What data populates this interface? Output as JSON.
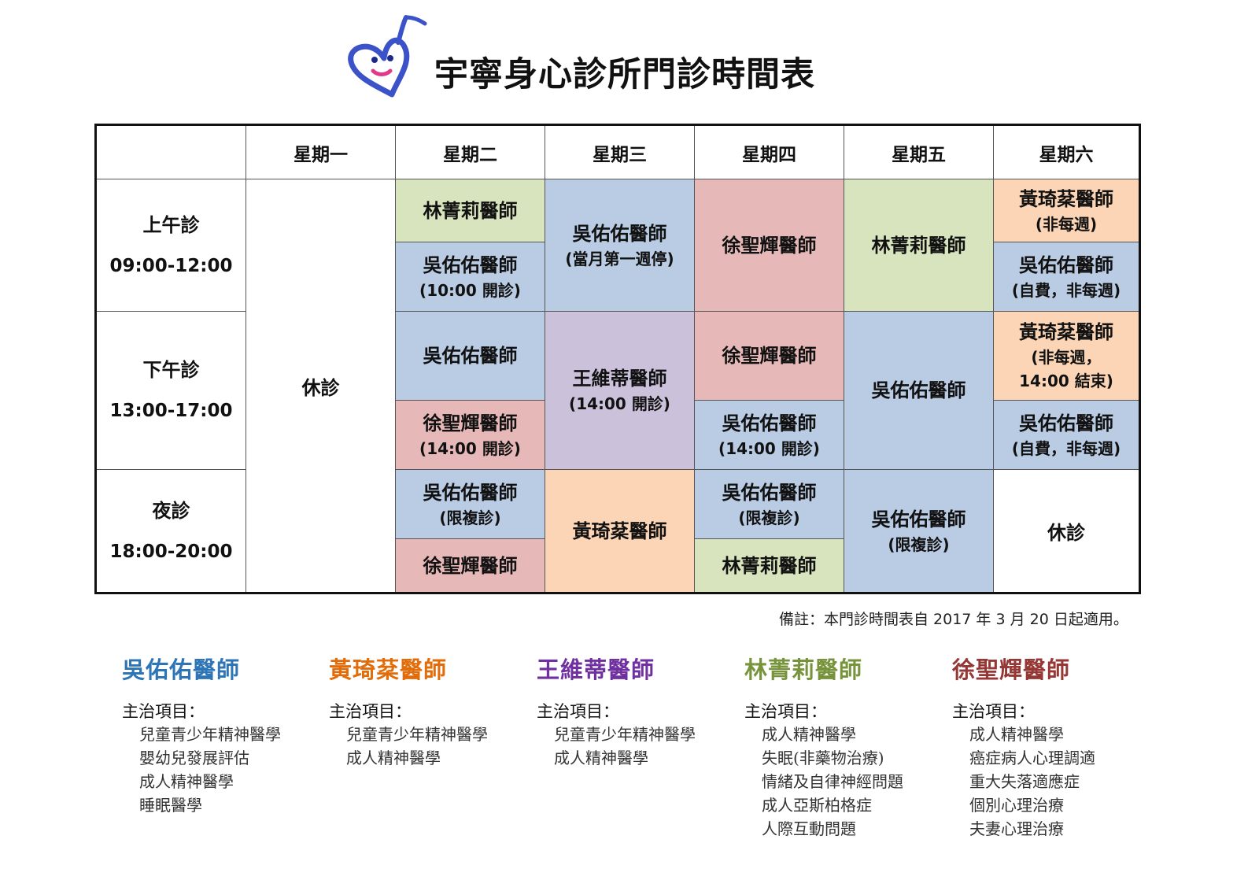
{
  "title": "宇寧身心診所門診時間表",
  "days": [
    "星期一",
    "星期二",
    "星期三",
    "星期四",
    "星期五",
    "星期六"
  ],
  "periods": [
    {
      "name": "上午診",
      "time": "09:00-12:00"
    },
    {
      "name": "下午診",
      "time": "13:00-17:00"
    },
    {
      "name": "夜診",
      "time": "18:00-20:00"
    }
  ],
  "off_label": "休診",
  "slots": {
    "tue_am1": {
      "name": "林菁莉醫師"
    },
    "tue_am2": {
      "name": "吳佑佑醫師",
      "note": "(10:00 開診)"
    },
    "tue_pm1": {
      "name": "吳佑佑醫師"
    },
    "tue_pm2": {
      "name": "徐聖輝醫師",
      "note": "(14:00 開診)"
    },
    "tue_ev1": {
      "name": "吳佑佑醫師",
      "note": "(限複診)"
    },
    "tue_ev2": {
      "name": "徐聖輝醫師"
    },
    "wed_am": {
      "name": "吳佑佑醫師",
      "note": "(當月第一週停)"
    },
    "wed_pm": {
      "name": "王維蒂醫師",
      "note": "(14:00 開診)"
    },
    "wed_ev": {
      "name": "黃琦棻醫師"
    },
    "thu_am": {
      "name": "徐聖輝醫師"
    },
    "thu_pm1": {
      "name": "徐聖輝醫師"
    },
    "thu_pm2": {
      "name": "吳佑佑醫師",
      "note": "(14:00 開診)"
    },
    "thu_ev1": {
      "name": "吳佑佑醫師",
      "note": "(限複診)"
    },
    "thu_ev2": {
      "name": "林菁莉醫師"
    },
    "fri_am": {
      "name": "林菁莉醫師"
    },
    "fri_pm": {
      "name": "吳佑佑醫師"
    },
    "fri_ev": {
      "name": "吳佑佑醫師",
      "note": "(限複診)"
    },
    "sat_am1": {
      "name": "黃琦棻醫師",
      "note": "(非每週)"
    },
    "sat_am2": {
      "name": "吳佑佑醫師",
      "note": "(自費，非每週)"
    },
    "sat_pm1": {
      "name": "黃琦棻醫師",
      "note1": "(非每週，",
      "note2": "14:00 結束)"
    },
    "sat_pm2": {
      "name": "吳佑佑醫師",
      "note": "(自費，非每週)"
    }
  },
  "note": "備註：本門診時間表自 2017 年 3 月 20 日起適用。",
  "specialty_label": "主治項目：",
  "doctors": [
    {
      "name": "吳佑佑醫師",
      "color": "#2e75b6",
      "items": [
        "兒童青少年精神醫學",
        "嬰幼兒發展評估",
        "成人精神醫學",
        "睡眠醫學"
      ]
    },
    {
      "name": "黃琦棻醫師",
      "color": "#e36c0a",
      "items": [
        "兒童青少年精神醫學",
        "成人精神醫學"
      ]
    },
    {
      "name": "王維蒂醫師",
      "color": "#7030a0",
      "items": [
        "兒童青少年精神醫學",
        "成人精神醫學"
      ]
    },
    {
      "name": "林菁莉醫師",
      "color": "#77933c",
      "items": [
        "成人精神醫學",
        "失眠(非藥物治療)",
        "情緒及自律神經問題",
        "成人亞斯柏格症",
        "人際互動問題"
      ]
    },
    {
      "name": "徐聖輝醫師",
      "color": "#953735",
      "items": [
        "成人精神醫學",
        "癌症病人心理調適",
        "重大失落適應症",
        "個別心理治療",
        "夫妻心理治療"
      ]
    }
  ]
}
